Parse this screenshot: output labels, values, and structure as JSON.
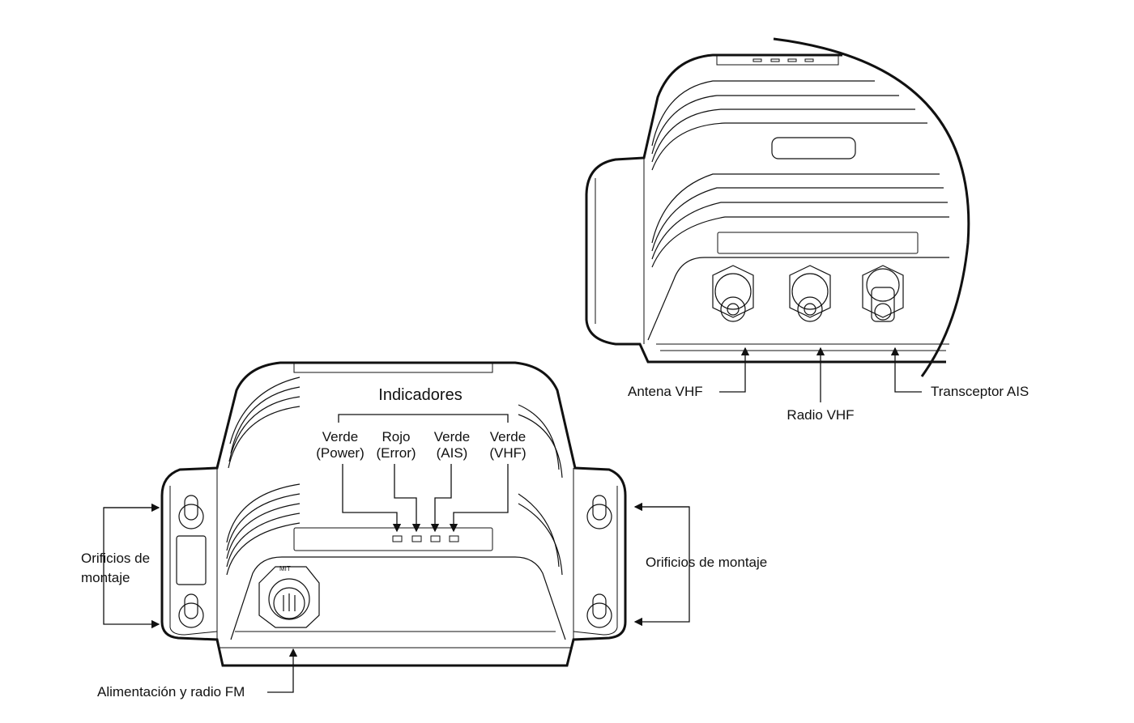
{
  "front_view": {
    "indicators_title": "Indicadores",
    "leds": [
      {
        "color": "Verde",
        "function": "(Power)"
      },
      {
        "color": "Rojo",
        "function": "(Error)"
      },
      {
        "color": "Verde",
        "function": "(AIS)"
      },
      {
        "color": "Verde",
        "function": "(VHF)"
      }
    ],
    "mounting_left_line1": "Orificios de",
    "mounting_left_line2": "montaje",
    "mounting_right": "Orificios de montaje",
    "power_label": "Alimentación y radio FM",
    "connector_marking": "MIT"
  },
  "rear_view": {
    "antenna_label": "Antena VHF",
    "radio_label": "Radio VHF",
    "ais_label": "Transceptor AIS"
  }
}
